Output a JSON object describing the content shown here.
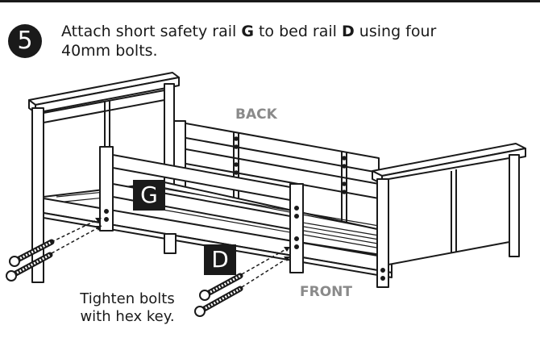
{
  "step": {
    "number": "5"
  },
  "instruction": {
    "part1": "Attach short safety rail ",
    "rail_letter": "G",
    "part2": " to bed rail ",
    "bed_rail_letter": "D",
    "part3": " using four 40mm bolts."
  },
  "labels": {
    "g": "G",
    "d": "D",
    "back": "BACK",
    "front": "FRONT"
  },
  "note": {
    "line1": "Tighten bolts",
    "line2": "with hex key."
  },
  "colors": {
    "ink": "#1a1a1a",
    "label_grey": "#8a8a8a",
    "paper": "#ffffff"
  }
}
